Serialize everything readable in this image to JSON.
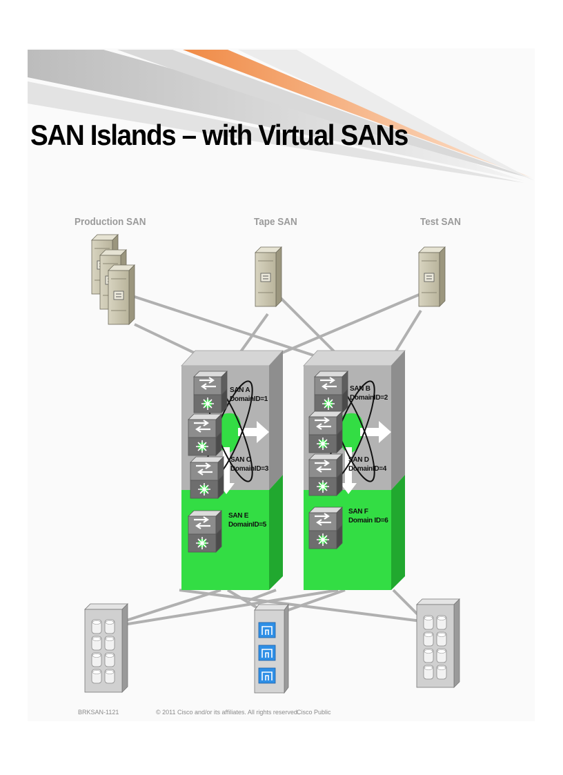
{
  "title": "SAN Islands – with Virtual SANs",
  "san_groups": [
    {
      "label": "Production SAN"
    },
    {
      "label": "Tape SAN"
    },
    {
      "label": "Test SAN"
    }
  ],
  "switches": [
    {
      "vsans": [
        {
          "name": "SAN A",
          "domain": "DomainID=1"
        },
        {
          "name": "SAN C",
          "domain": "DomainID=3"
        },
        {
          "name": "SAN E",
          "domain": "DomainID=5"
        }
      ]
    },
    {
      "vsans": [
        {
          "name": "SAN B",
          "domain": "DomainID=2"
        },
        {
          "name": "SAN D",
          "domain": "DomainID=4"
        },
        {
          "name": "SAN F",
          "domain": "Domain ID=6"
        }
      ]
    }
  ],
  "footer": {
    "session_id": "BRKSAN-1121",
    "copyright": "© 2011 Cisco and/or its affiliates. All rights reserved.",
    "classification": "Cisco Public"
  },
  "colors": {
    "vsan_green": "#33dd44",
    "chassis_gray": "#b3b3b3",
    "server_beige": "#c9c5b0",
    "accent_orange": "#f39a5c",
    "tape_blue": "#2f8fe6"
  }
}
